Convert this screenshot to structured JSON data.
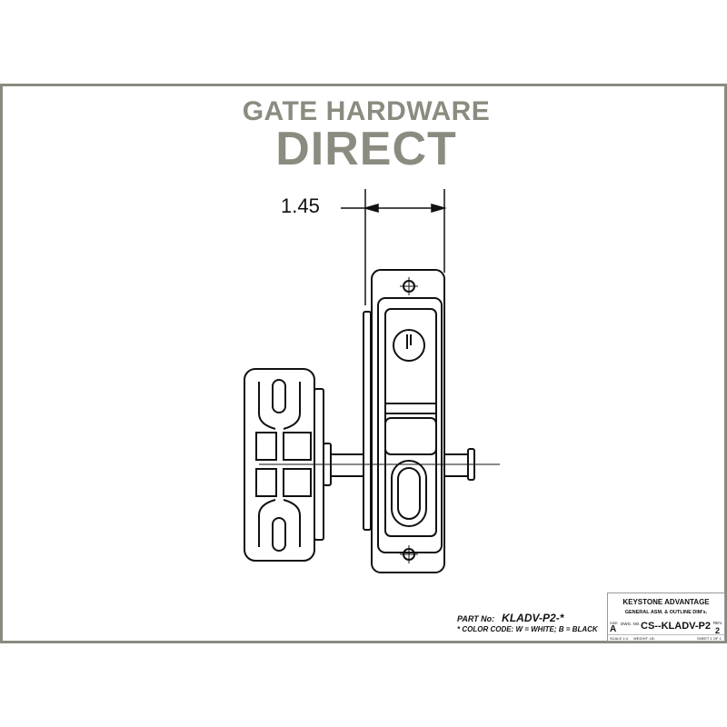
{
  "logo": {
    "line1": "GATE HARDWARE",
    "line2": "DIRECT"
  },
  "drawing": {
    "dimension_label": "1.45"
  },
  "notes": {
    "part_label": "PART No:",
    "part_number": "KLADV-P2-*",
    "color_code": "* COLOR CODE:  W = WHITE;  B = BLACK"
  },
  "title_block": {
    "company": "KEYSTONE ADVANTAGE",
    "description": "GENERAL ASM. & OUTLINE DIM's.",
    "size_label": "SIZE",
    "size": "A",
    "dwg_label": "DWG. NO.",
    "dwg_no": "CS--KLADV-P2",
    "rev_label": "REV.",
    "rev": "2",
    "scale": "SCALE 1:4",
    "weight": "WEIGHT:  LB.",
    "sheet": "SHEET 1 OF 1"
  },
  "colors": {
    "frame": "#8a8a7f",
    "logo": "#8b8b80"
  }
}
